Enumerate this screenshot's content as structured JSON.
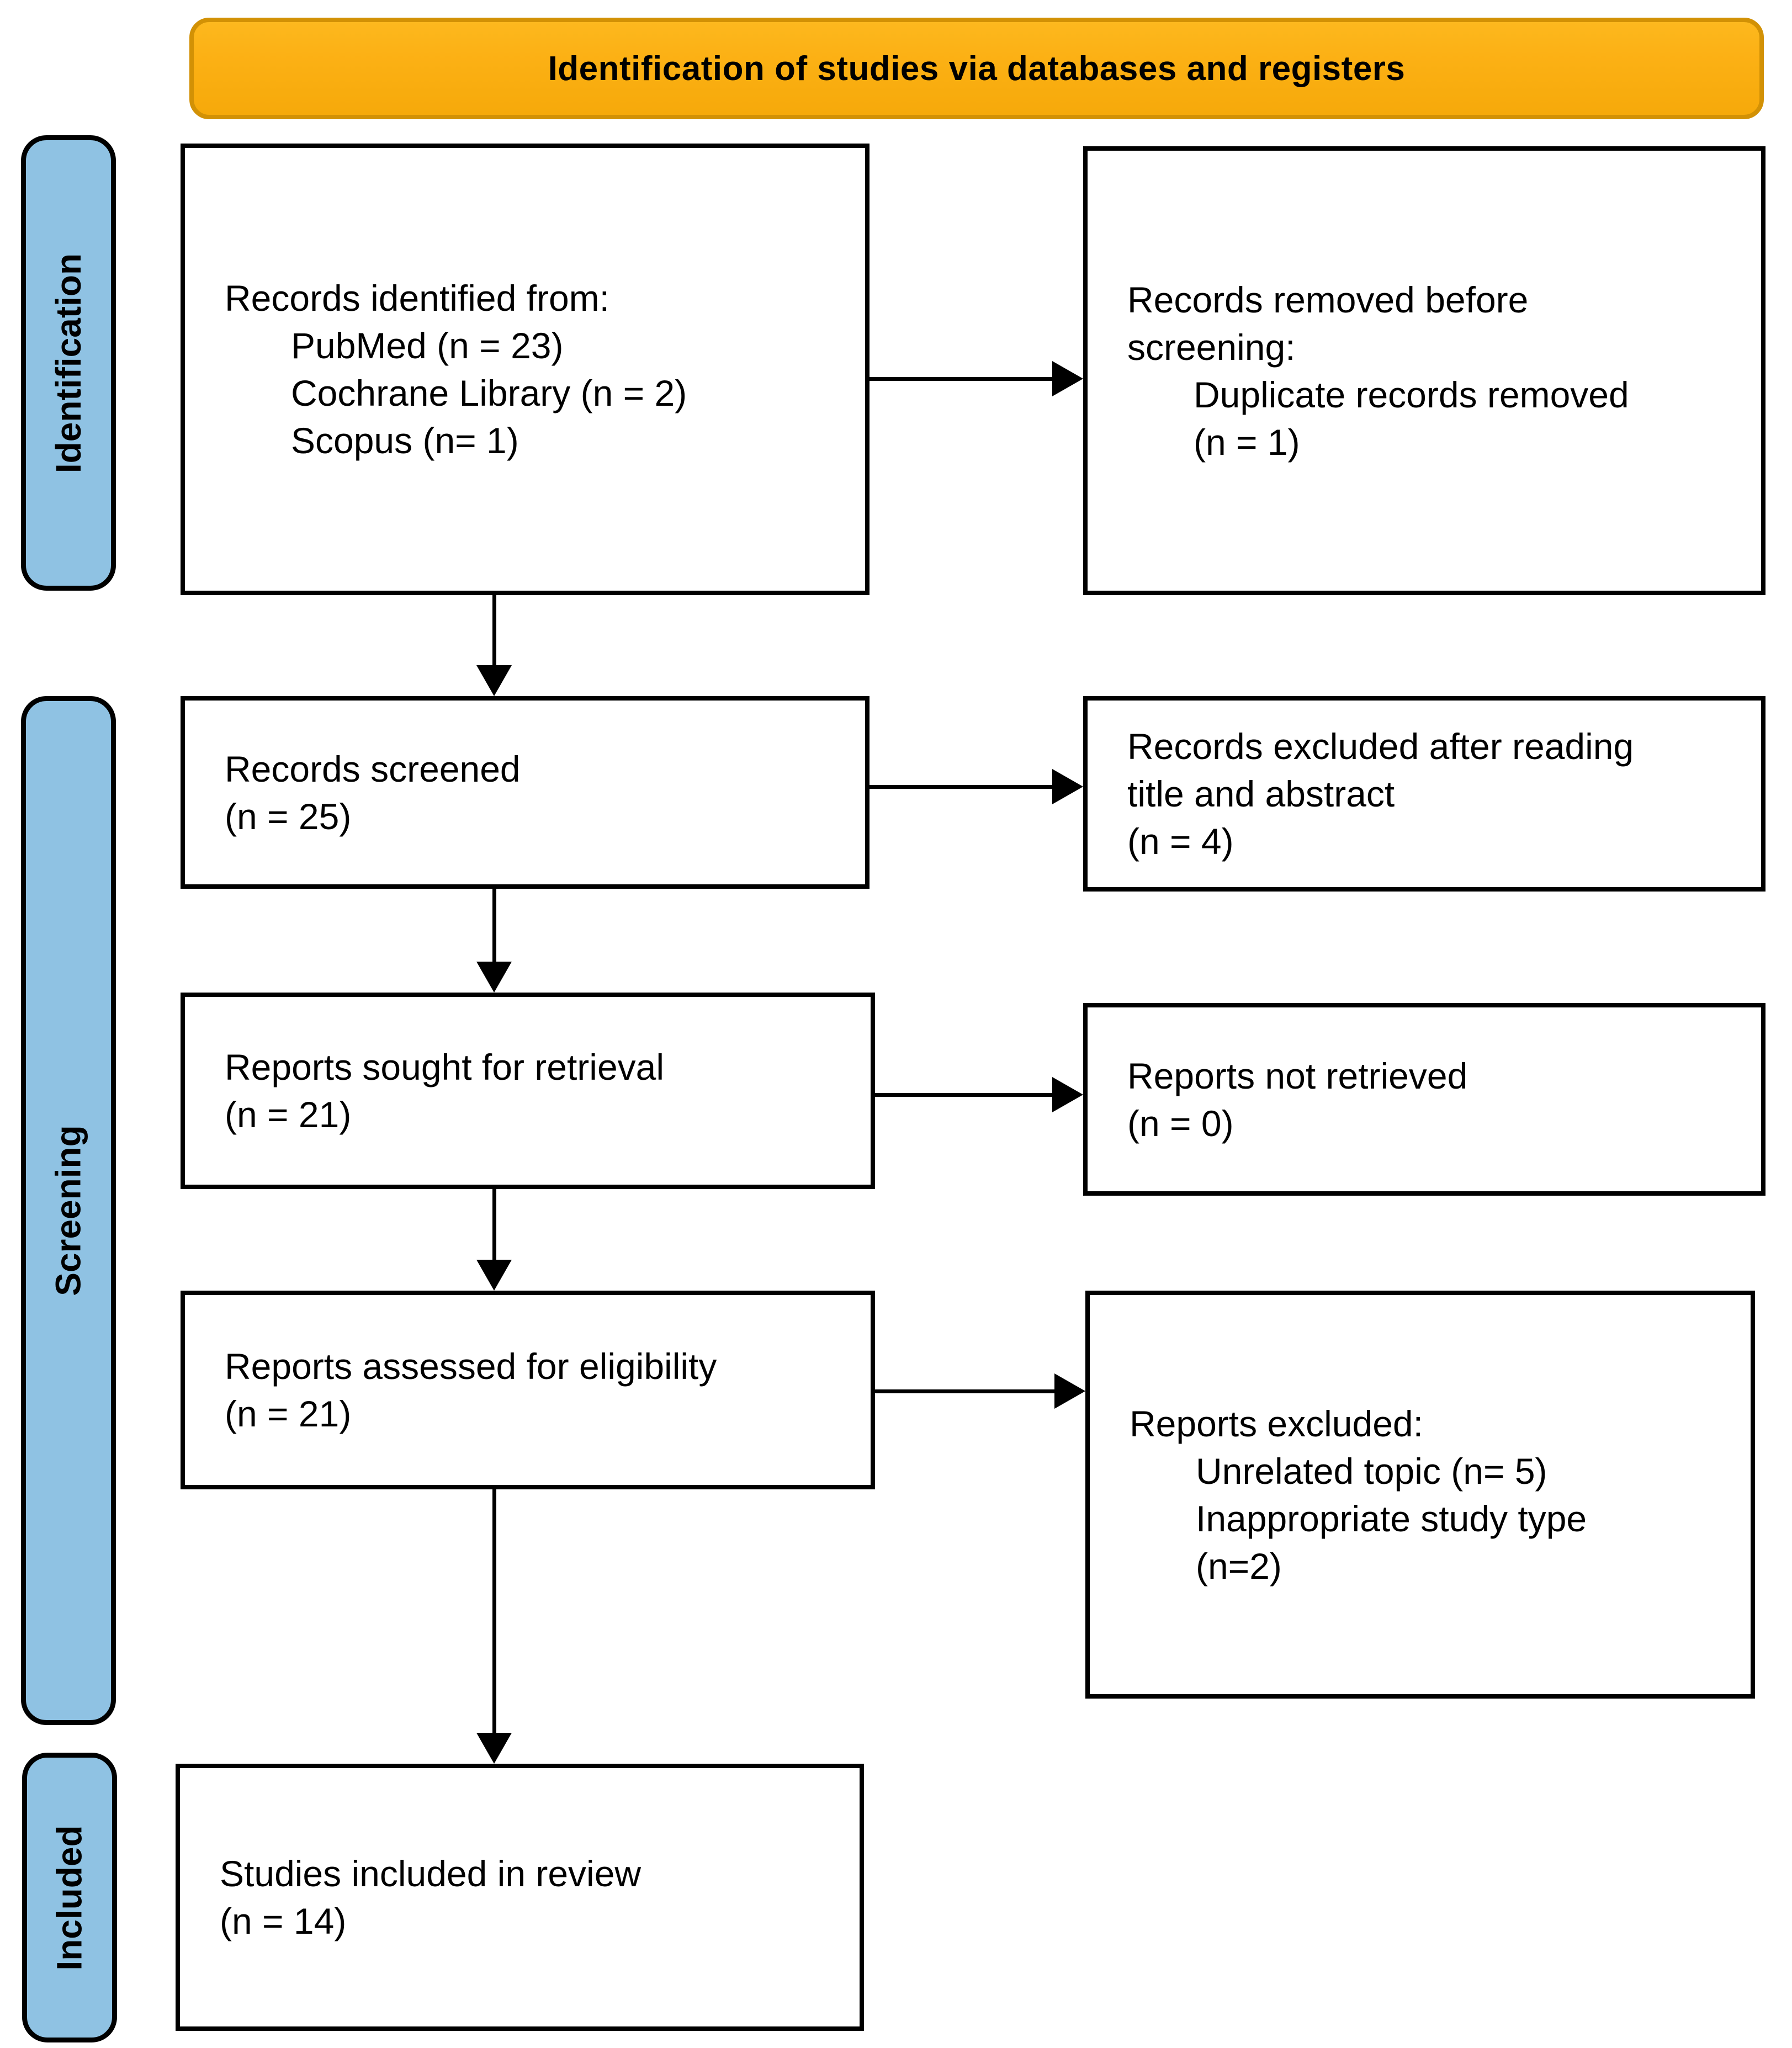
{
  "banner": {
    "title": "Identification of studies via databases and registers"
  },
  "stages": [
    {
      "label": "Identification"
    },
    {
      "label": "Screening"
    },
    {
      "label": "Included"
    }
  ],
  "boxes": {
    "identified": {
      "lines": [
        "Records identified from:",
        "PubMed (n = 23)",
        "Cochrane Library (n = 2)",
        "Scopus (n= 1)"
      ]
    },
    "removed": {
      "lines": [
        "Records removed before",
        "screening:",
        "Duplicate records removed",
        "(n = 1)"
      ]
    },
    "screened": {
      "lines": [
        "Records screened",
        "(n = 25)"
      ]
    },
    "excluded_title_abstract": {
      "lines": [
        "Records excluded after reading",
        "title and abstract",
        "(n = 4)"
      ]
    },
    "sought": {
      "lines": [
        "Reports sought for retrieval",
        "(n = 21)"
      ]
    },
    "not_retrieved": {
      "lines": [
        "Reports not retrieved",
        "(n = 0)"
      ]
    },
    "assessed": {
      "lines": [
        "Reports assessed for eligibility",
        "(n = 21)"
      ]
    },
    "reports_excluded": {
      "lines": [
        "Reports excluded:",
        "Unrelated topic (n= 5)",
        "Inappropriate study type",
        "(n=2)"
      ]
    },
    "included_review": {
      "lines": [
        "Studies included in review",
        "(n = 14)"
      ]
    }
  },
  "colors": {
    "banner-fill": "#FCB115",
    "banner-border": "#D29105",
    "stage-fill": "#8FC2E3",
    "box-border": "#000000",
    "arrow": "#000000",
    "text": "#000000"
  }
}
